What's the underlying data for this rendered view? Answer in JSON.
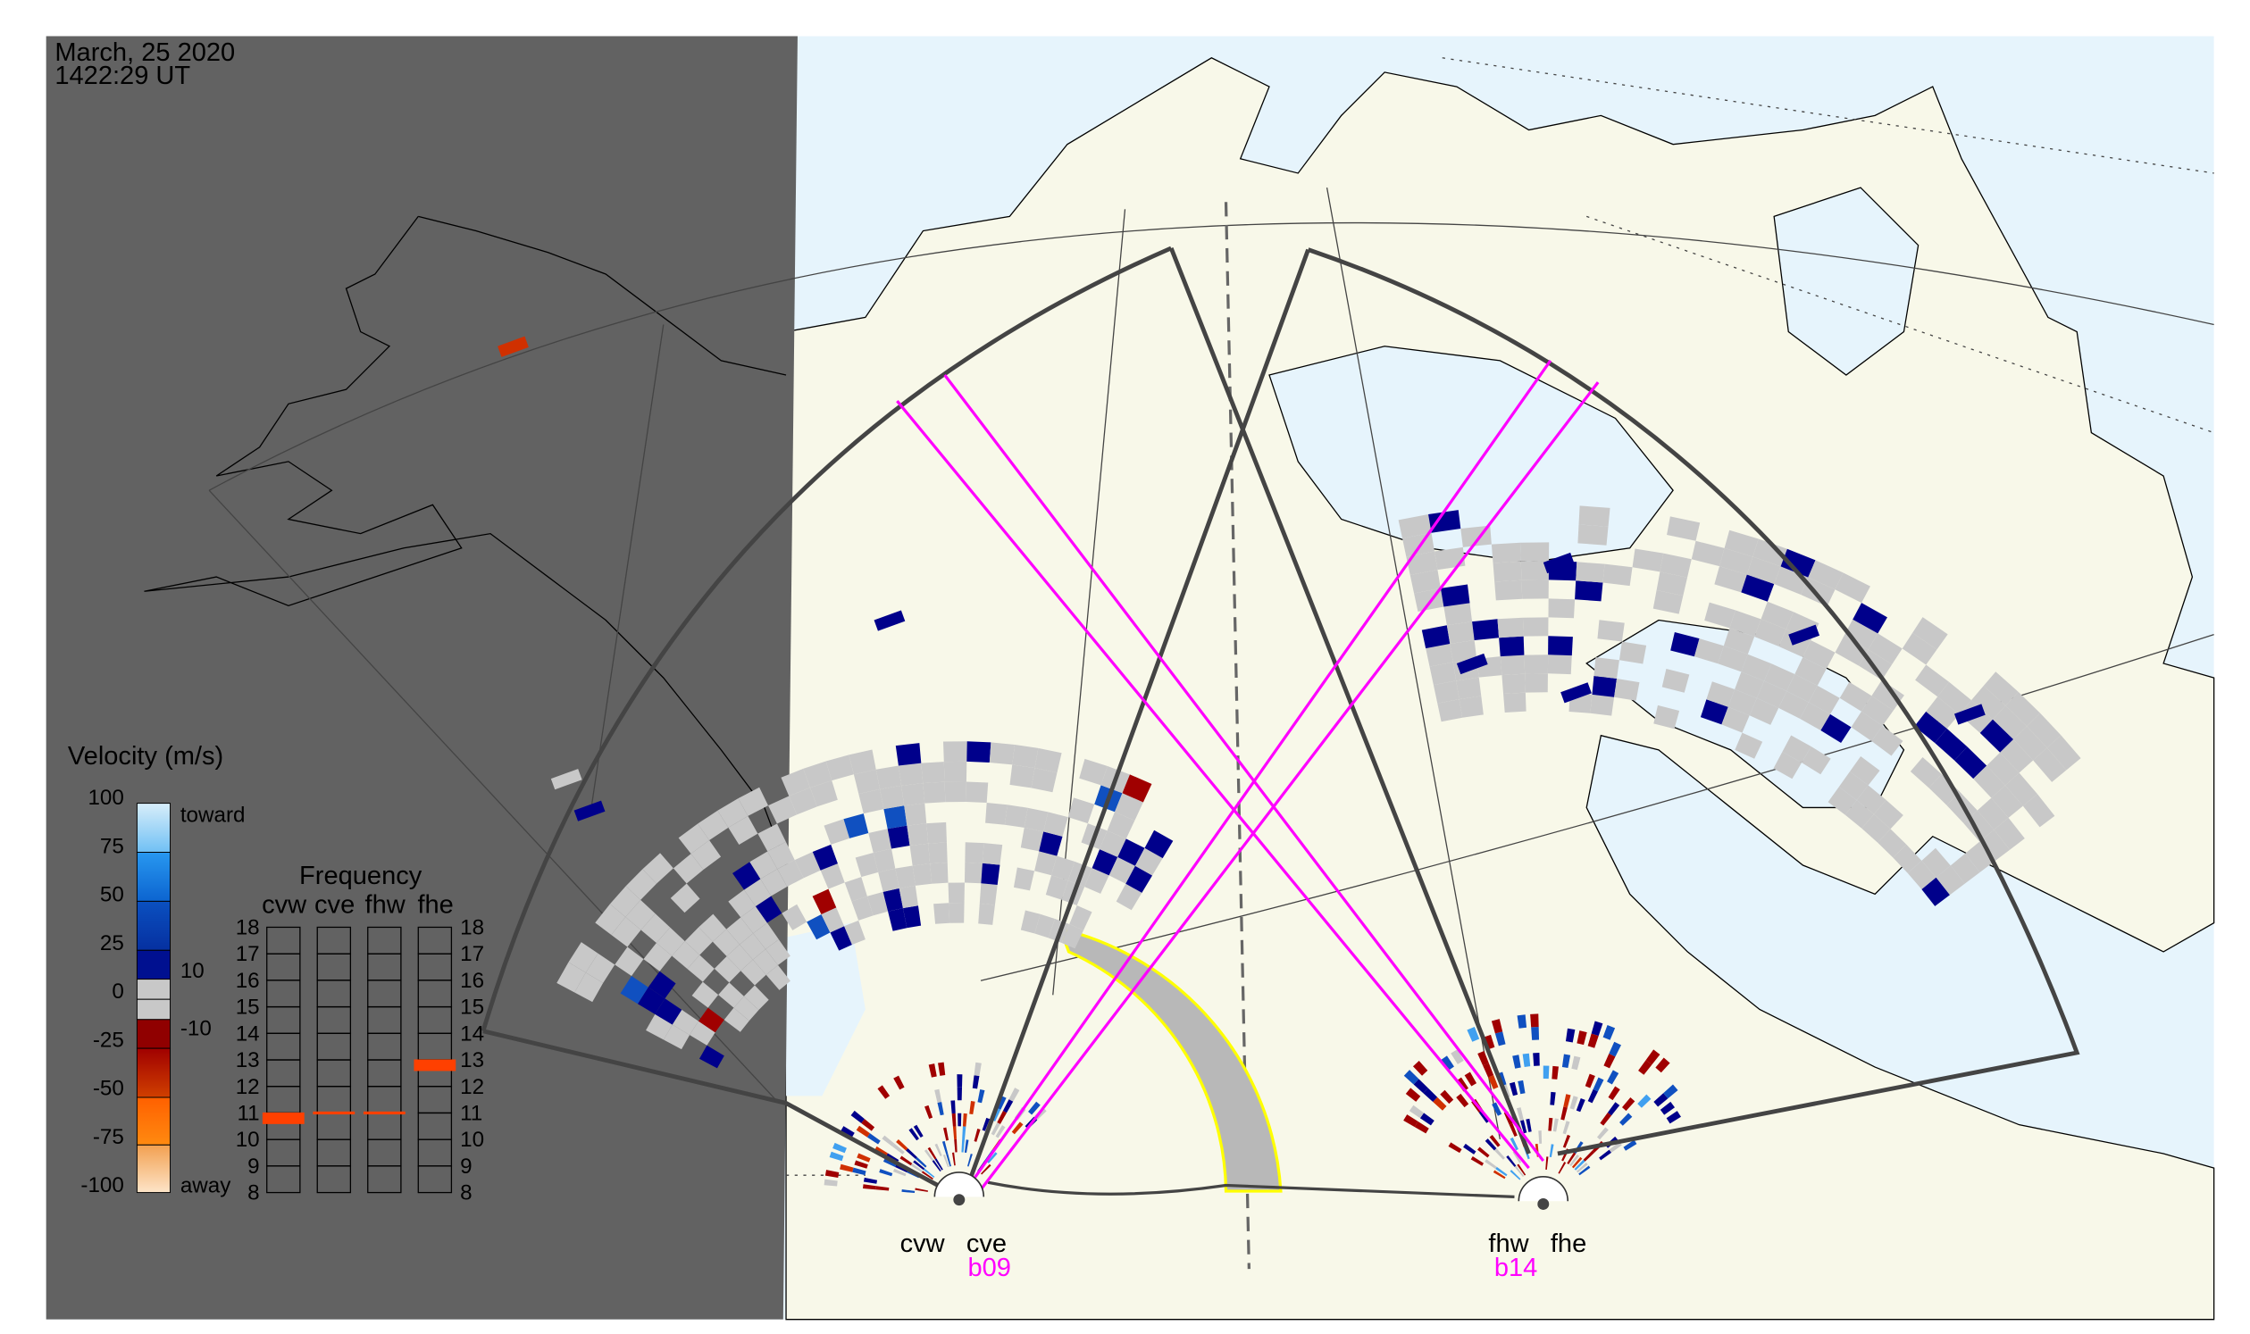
{
  "header": {
    "date": "March, 25 2020",
    "time": "1422:29 UT"
  },
  "velocity_legend": {
    "title": "Velocity (m/s)",
    "ticks": [
      "100",
      "75",
      "50",
      "25",
      "0",
      "-25",
      "-50",
      "-75",
      "-100"
    ],
    "toward_label": "toward",
    "away_label": "away",
    "pos_threshold": "10",
    "neg_threshold": "-10",
    "colors": {
      "toward_light": "#d8eefa",
      "toward_mid": "#1a80e6",
      "toward_dark": "#000080",
      "ground": "#c8c8c8",
      "away_dark": "#900000",
      "away_mid": "#ff6a00",
      "away_light": "#fde0c0"
    }
  },
  "frequency_panel": {
    "title": "Frequency",
    "radars": [
      "cvw",
      "cve",
      "fhw",
      "fhe"
    ],
    "ticks": [
      "18",
      "17",
      "16",
      "15",
      "14",
      "13",
      "12",
      "11",
      "10",
      "9",
      "8"
    ],
    "values_mhz": {
      "cvw": 10.8,
      "cve": 11.0,
      "fhw": 11.0,
      "fhe": 12.8
    },
    "marker_color": "#ff4000"
  },
  "sites": {
    "cv": {
      "west_label": "cvw",
      "east_label": "cve",
      "beam_label": "b09"
    },
    "fh": {
      "west_label": "fhw",
      "east_label": "fhe",
      "beam_label": "b14"
    }
  },
  "colors": {
    "night": "#626262",
    "ocean": "#e6f4fc",
    "land": "#f8f8e9",
    "beam": "#ff00ff",
    "highlight": "#ffff00",
    "fov": "#444444"
  }
}
